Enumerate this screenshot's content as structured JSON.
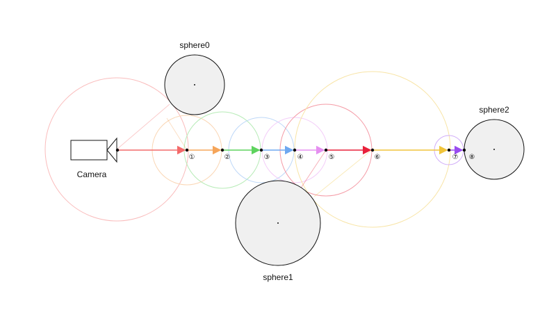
{
  "camera": {
    "label": "Camera"
  },
  "spheres": [
    {
      "label": "sphere0"
    },
    {
      "label": "sphere1"
    },
    {
      "label": "sphere2"
    }
  ],
  "steps": [
    "①",
    "②",
    "③",
    "④",
    "⑤",
    "⑥",
    "⑦",
    "⑧"
  ],
  "colors": {
    "sphere_fill": "#f0f0f0",
    "sphere_stroke": "#111111",
    "step_colors": [
      "#f36a6a",
      "#f5a55a",
      "#5ed35e",
      "#6ea8f0",
      "#e58ff0",
      "#e8213a",
      "#f0c43a",
      "#9a4cf0"
    ]
  }
}
